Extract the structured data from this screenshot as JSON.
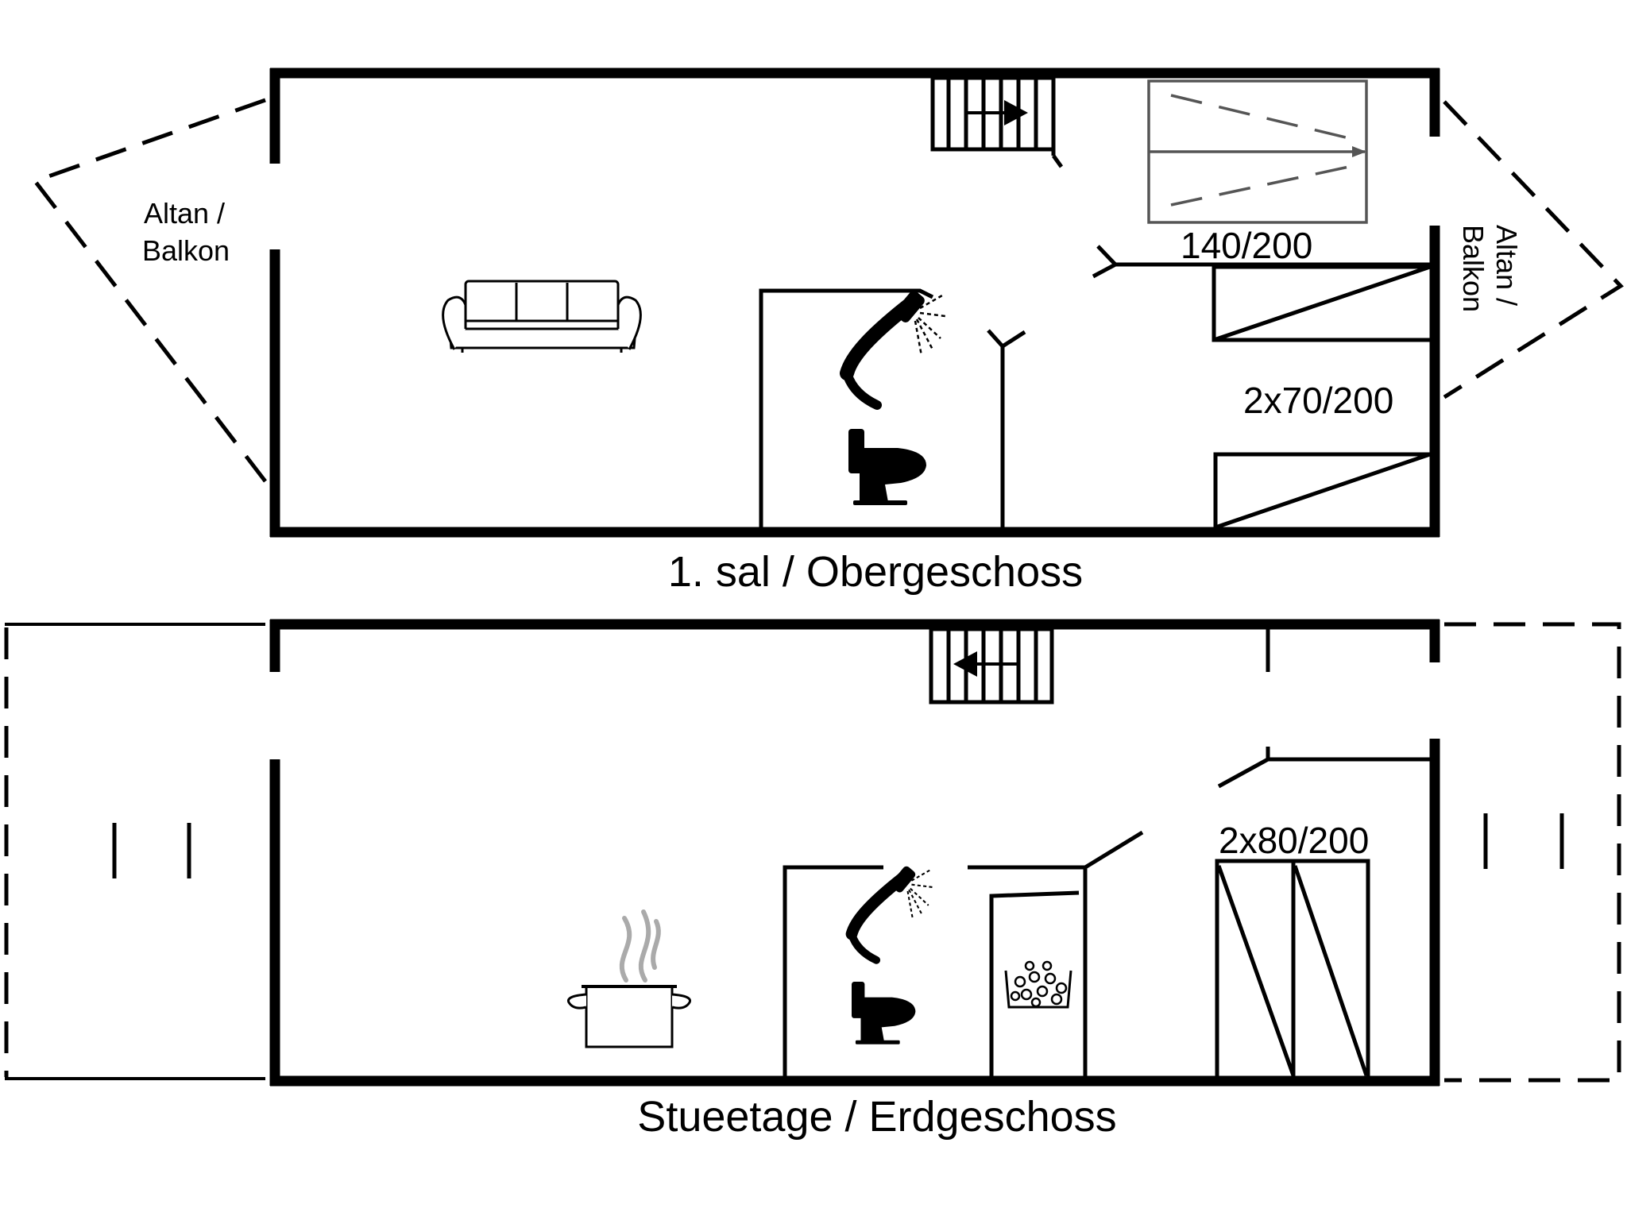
{
  "floors": {
    "upper": {
      "caption": "1. sal / Obergeschoss",
      "balcony_left": [
        "Altan /",
        "Balkon"
      ],
      "balcony_right": [
        "Altan /",
        "Balkon"
      ],
      "bed_double": "140/200",
      "bed_twin": "2x70/200"
    },
    "ground": {
      "caption": "Stueetage / Erdgeschoss",
      "bed_twin": "2x80/200"
    }
  },
  "icons": [
    "stairs-icon",
    "sofa-icon",
    "shower-icon",
    "toilet-icon",
    "cooking-pot-icon",
    "sauna-stones-icon"
  ]
}
